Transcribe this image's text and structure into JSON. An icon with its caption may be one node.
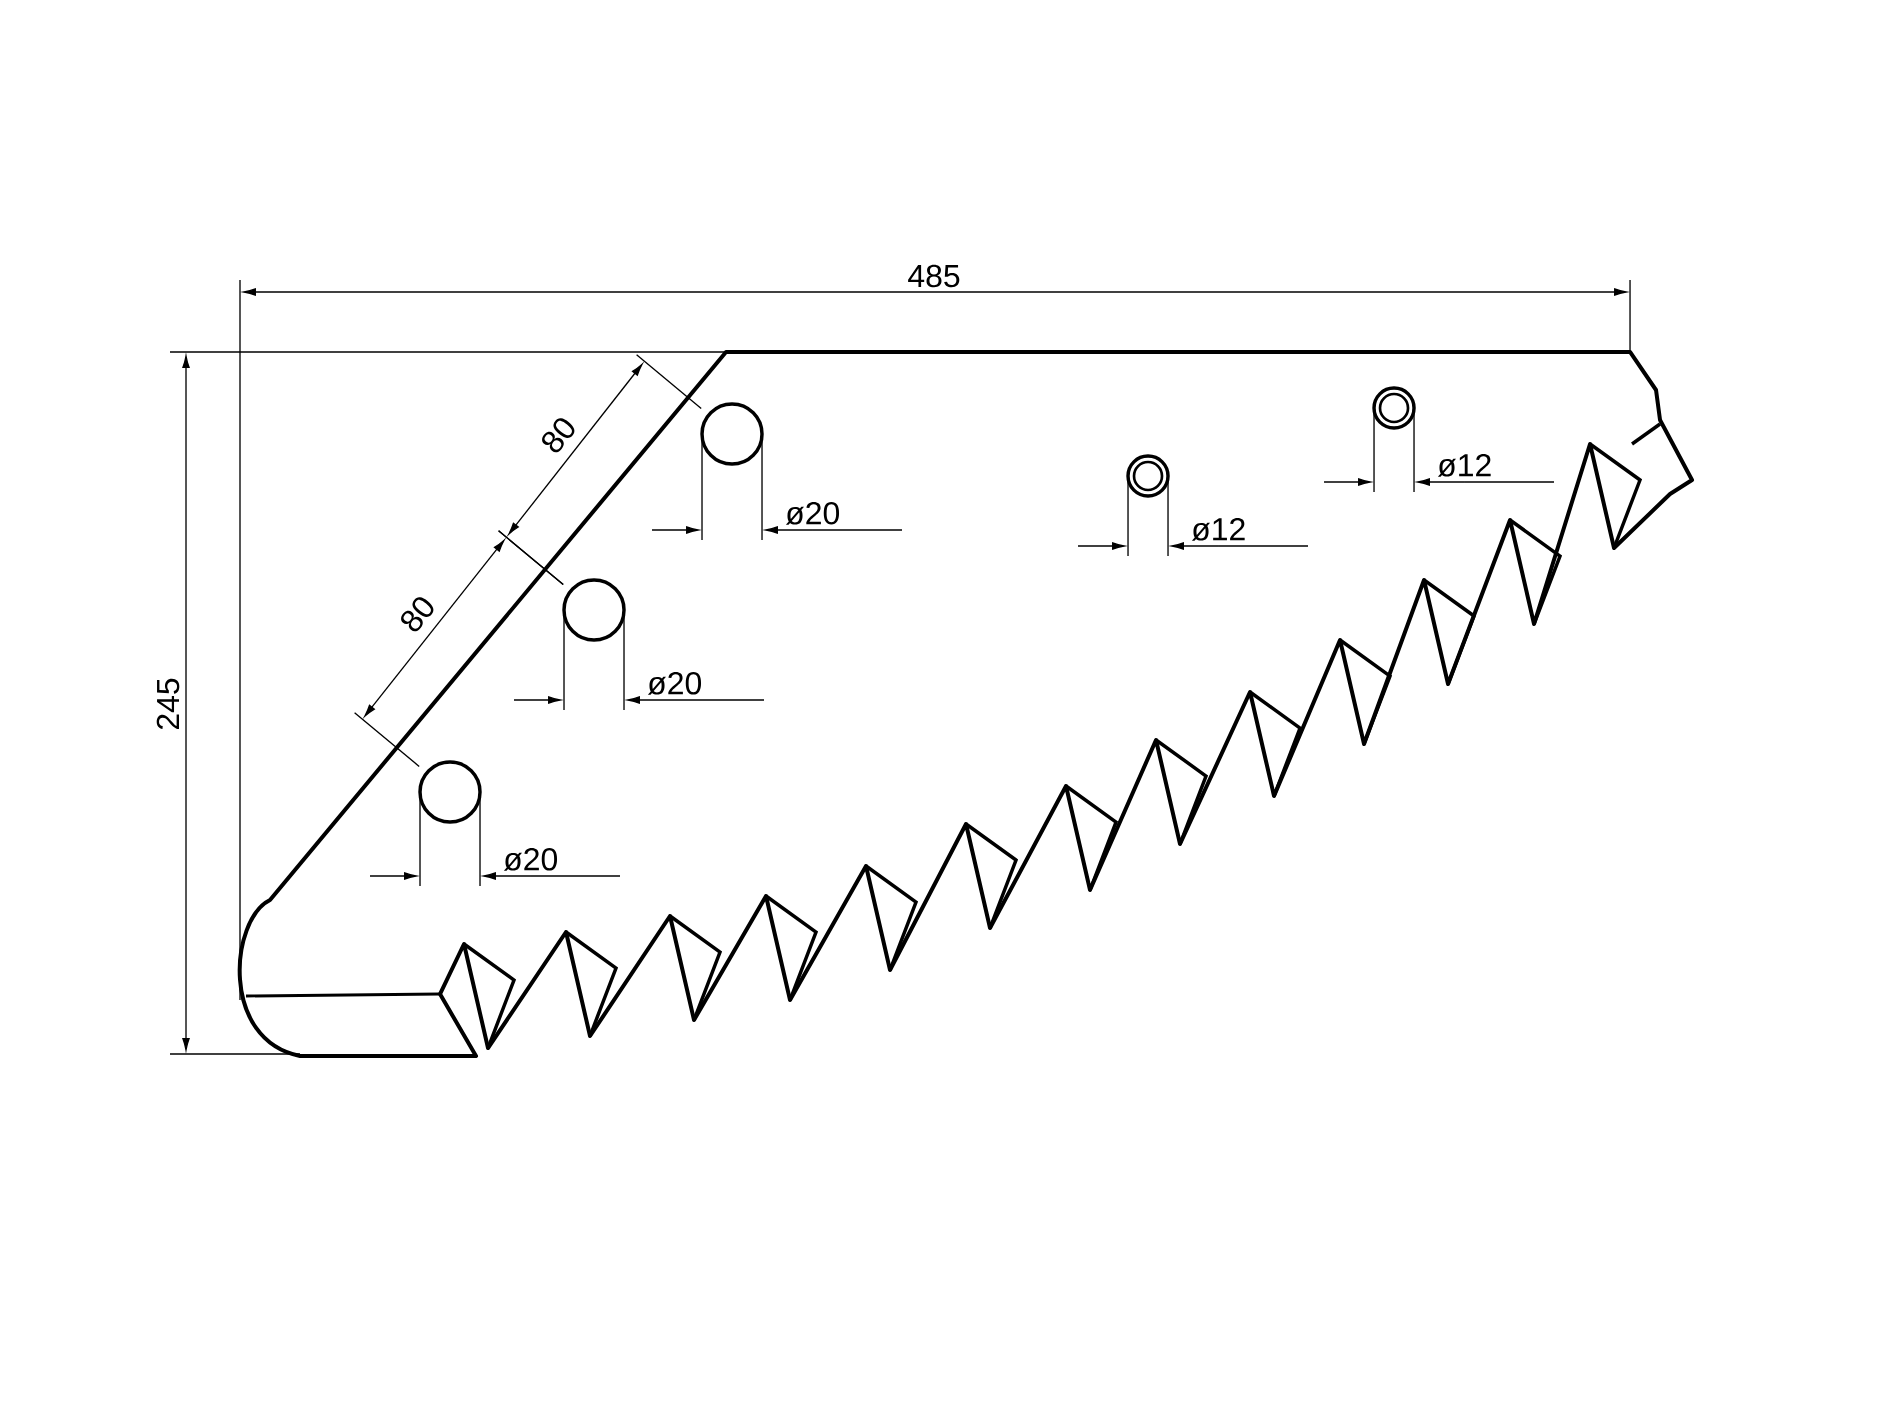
{
  "diagram": {
    "labels": [
      "485",
      "80",
      "ø12",
      "ø20",
      "ø12",
      "80",
      "245",
      "ø20",
      "ø20"
    ]
  }
}
